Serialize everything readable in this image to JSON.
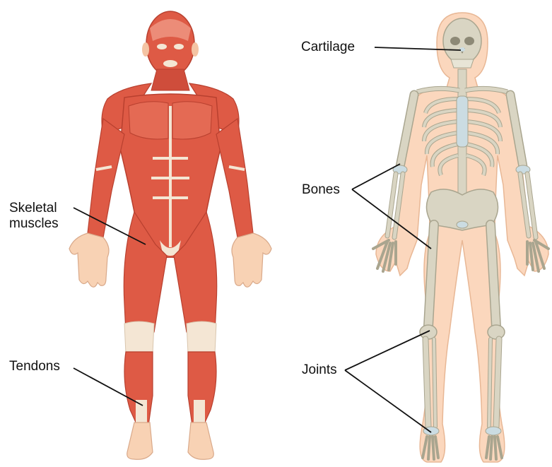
{
  "labels": {
    "cartilage": "Cartilage",
    "bones": "Bones",
    "skeletal_line1": "Skeletal",
    "skeletal_line2": "muscles",
    "tendons": "Tendons",
    "joints": "Joints"
  },
  "colors": {
    "muscle": "#de5a45",
    "muscle_dark": "#b8402f",
    "muscle_light": "#ec8c78",
    "tendon": "#f4e6d4",
    "skin": "#f8d2b4",
    "skin_outline": "#d9a98a",
    "body_silhouette": "#fbd7bd",
    "bone": "#d9d5c3",
    "bone_outline": "#a9a58f",
    "cartilage": "#cbdce2",
    "leader_line": "#111111"
  }
}
